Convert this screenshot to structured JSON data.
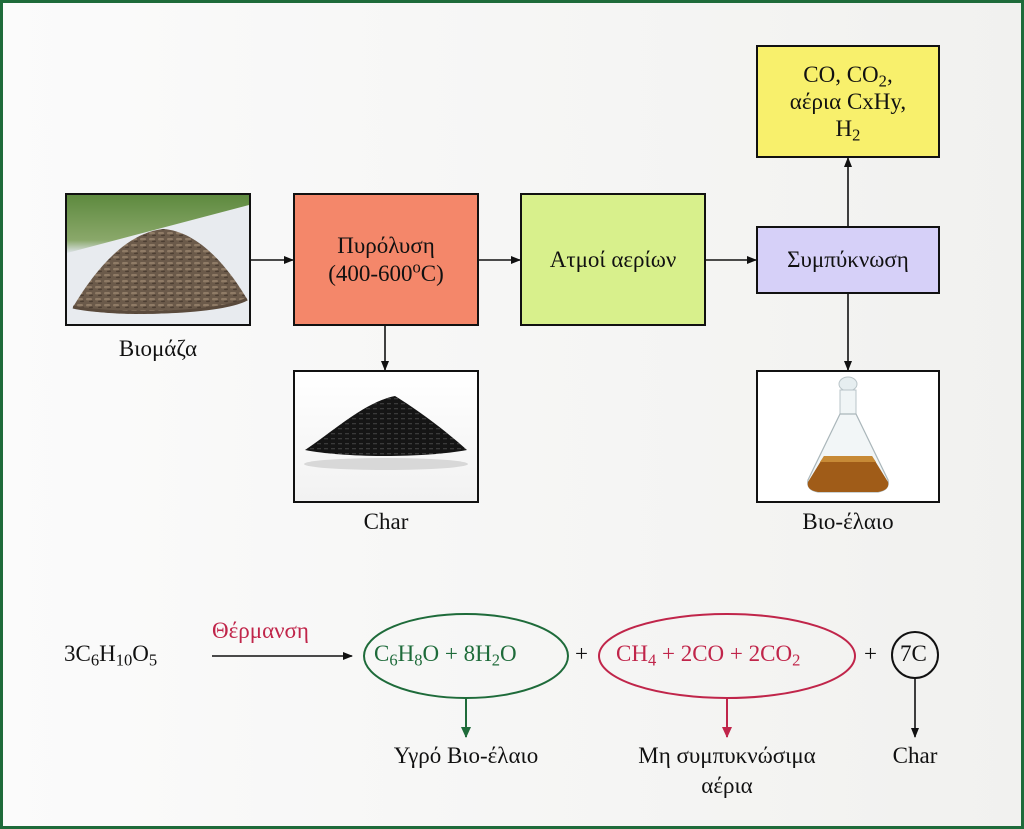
{
  "colors": {
    "frame_border": "#1e6b3a",
    "pyrolysis_fill": "#f4876a",
    "vapors_fill": "#d8f08c",
    "condensation_fill": "#d6d0f8",
    "gases_fill": "#f8f06c",
    "heating_label": "#c0254a",
    "bio_oil_green": "#1e6b3a",
    "noncond_red": "#c0254a"
  },
  "flow": {
    "biomass_label": "Βιομάζα",
    "pyrolysis": {
      "line1": "Πυρόλυση",
      "range": "(400-600",
      "deg": "o",
      "unit": "C)"
    },
    "vapors": "Ατμοί αερίων",
    "condensation": "Συμπύκνωση",
    "gases": {
      "l1a": "CO, CO",
      "l1sub": "2",
      "l1b": ",",
      "l2": "αέρια CxHy,",
      "l3a": "H",
      "l3sub": "2"
    },
    "char_label": "Char",
    "bio_oil_label": "Βιο-έλαιο"
  },
  "equation": {
    "reactant": {
      "a": "3C",
      "s1": "6",
      "b": "H",
      "s2": "10",
      "c": "O",
      "s3": "5"
    },
    "heating": "Θέρμανση",
    "oil": {
      "a": "C",
      "s1": "6",
      "b": "H",
      "s2": "8",
      "c": "O + 8H",
      "s3": "2",
      "d": "O"
    },
    "plus1": "+",
    "gas": {
      "a": "CH",
      "s1": "4",
      "b": " + 2CO + 2CO",
      "s2": "2"
    },
    "plus2": "+",
    "carbon": "7C",
    "oil_label": "Υγρό Βιο-έλαιο",
    "gas_label_1": "Μη συμπυκνώσιμα",
    "gas_label_2": "αέρια",
    "char_label": "Char"
  }
}
